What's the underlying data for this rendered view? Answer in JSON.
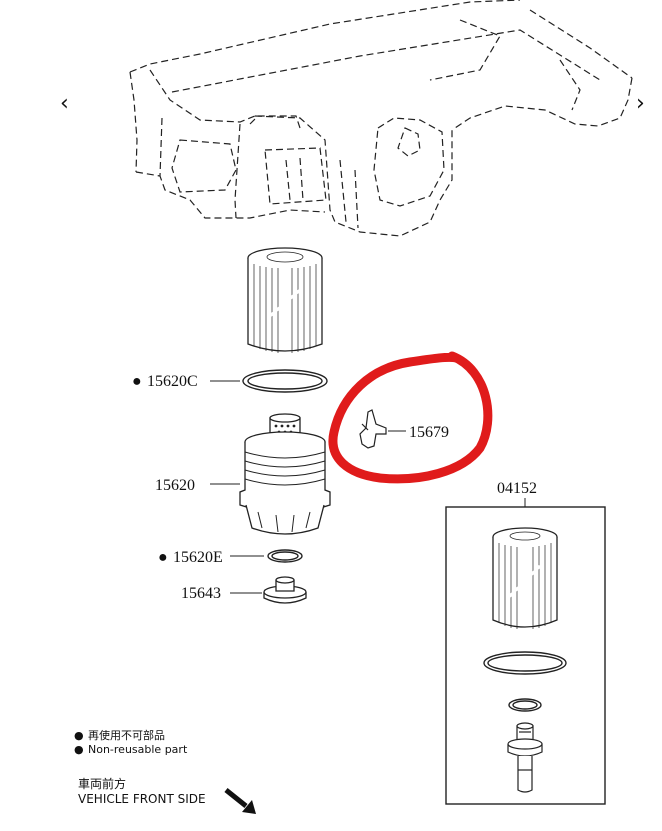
{
  "nav": {
    "prev_glyph": "‹",
    "next_glyph": "›"
  },
  "parts": {
    "gasket_c": "15620C",
    "housing": "15620",
    "gasket_e": "15620E",
    "plug": "15643",
    "clip": "15679",
    "kit": "04152"
  },
  "marker": "●",
  "legend": {
    "non_reusable_jp": "再使用不可部品",
    "non_reusable_en": "Non-reusable part",
    "front_jp": "車両前方",
    "front_en": "VEHICLE FRONT SIDE"
  },
  "colors": {
    "highlight": "#e01b1b",
    "ink": "#111111"
  }
}
